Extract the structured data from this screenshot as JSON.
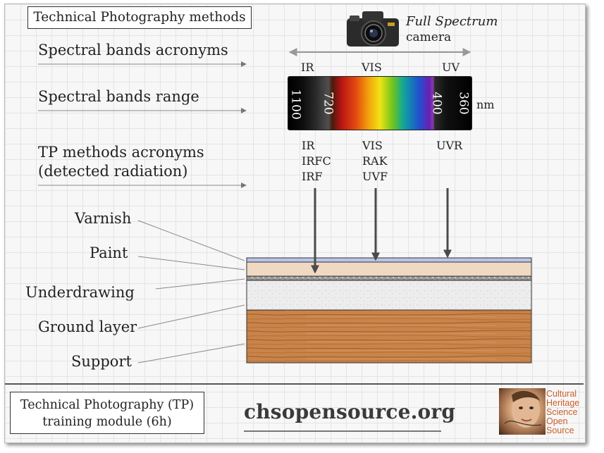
{
  "title": "Technical Photography methods",
  "camera": {
    "label_line1": "Full Spectrum",
    "label_line2": "camera",
    "icon": "camera-icon"
  },
  "rows": {
    "acronyms": "Spectral bands acronyms",
    "range": "Spectral bands range",
    "methods_line1": "TP methods acronyms",
    "methods_line2": "(detected radiation)"
  },
  "bands": [
    "IR",
    "VIS",
    "UV"
  ],
  "wavelengths": [
    "1100",
    "720",
    "400",
    "360"
  ],
  "unit": "nm",
  "methods": {
    "ir": [
      "IR",
      "IRFC",
      "IRF"
    ],
    "vis": [
      "VIS",
      "RAK",
      "UVF"
    ],
    "uv": [
      "UVR"
    ]
  },
  "layers": [
    "Varnish",
    "Paint",
    "Underdrawing",
    "Ground layer",
    "Support"
  ],
  "layer_colors": {
    "varnish": "#b9c4e8",
    "paint": "#f0d9c2",
    "underdrawing": "#8a8a8a",
    "ground": "#ececec",
    "support": "#c8824a"
  },
  "footer": {
    "module_line1": "Technical Photography (TP)",
    "module_line2": "training module (6h)",
    "site": "chsopensource.org",
    "logo_lines": [
      "Cultural",
      "Heritage",
      "Science",
      "Open",
      "Source"
    ]
  }
}
